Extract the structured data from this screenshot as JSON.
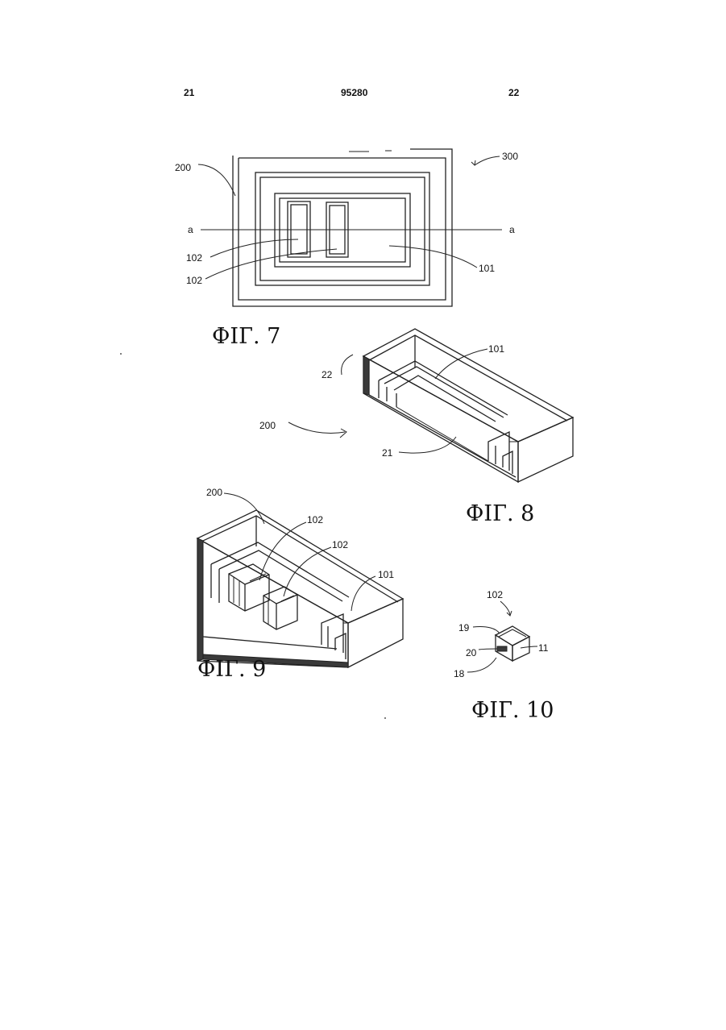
{
  "header": {
    "left": "21",
    "center": "95280",
    "right": "22"
  },
  "fig7": {
    "caption": "ФІГ. 7",
    "labels": {
      "l200": "200",
      "l300": "300",
      "a_left": "a",
      "a_right": "a",
      "l102a": "102",
      "l102b": "102",
      "l101": "101"
    }
  },
  "fig8": {
    "caption": "ФІГ. 8",
    "labels": {
      "l101": "101",
      "l22": "22",
      "l200": "200",
      "l21": "21"
    }
  },
  "fig9": {
    "caption": "ФІГ. 9",
    "labels": {
      "l200": "200",
      "l102a": "102",
      "l102b": "102",
      "l101": "101"
    }
  },
  "fig10": {
    "caption": "ФІГ. 10",
    "labels": {
      "l102": "102",
      "l19": "19",
      "l20": "20",
      "l11": "11",
      "l18": "18"
    }
  }
}
